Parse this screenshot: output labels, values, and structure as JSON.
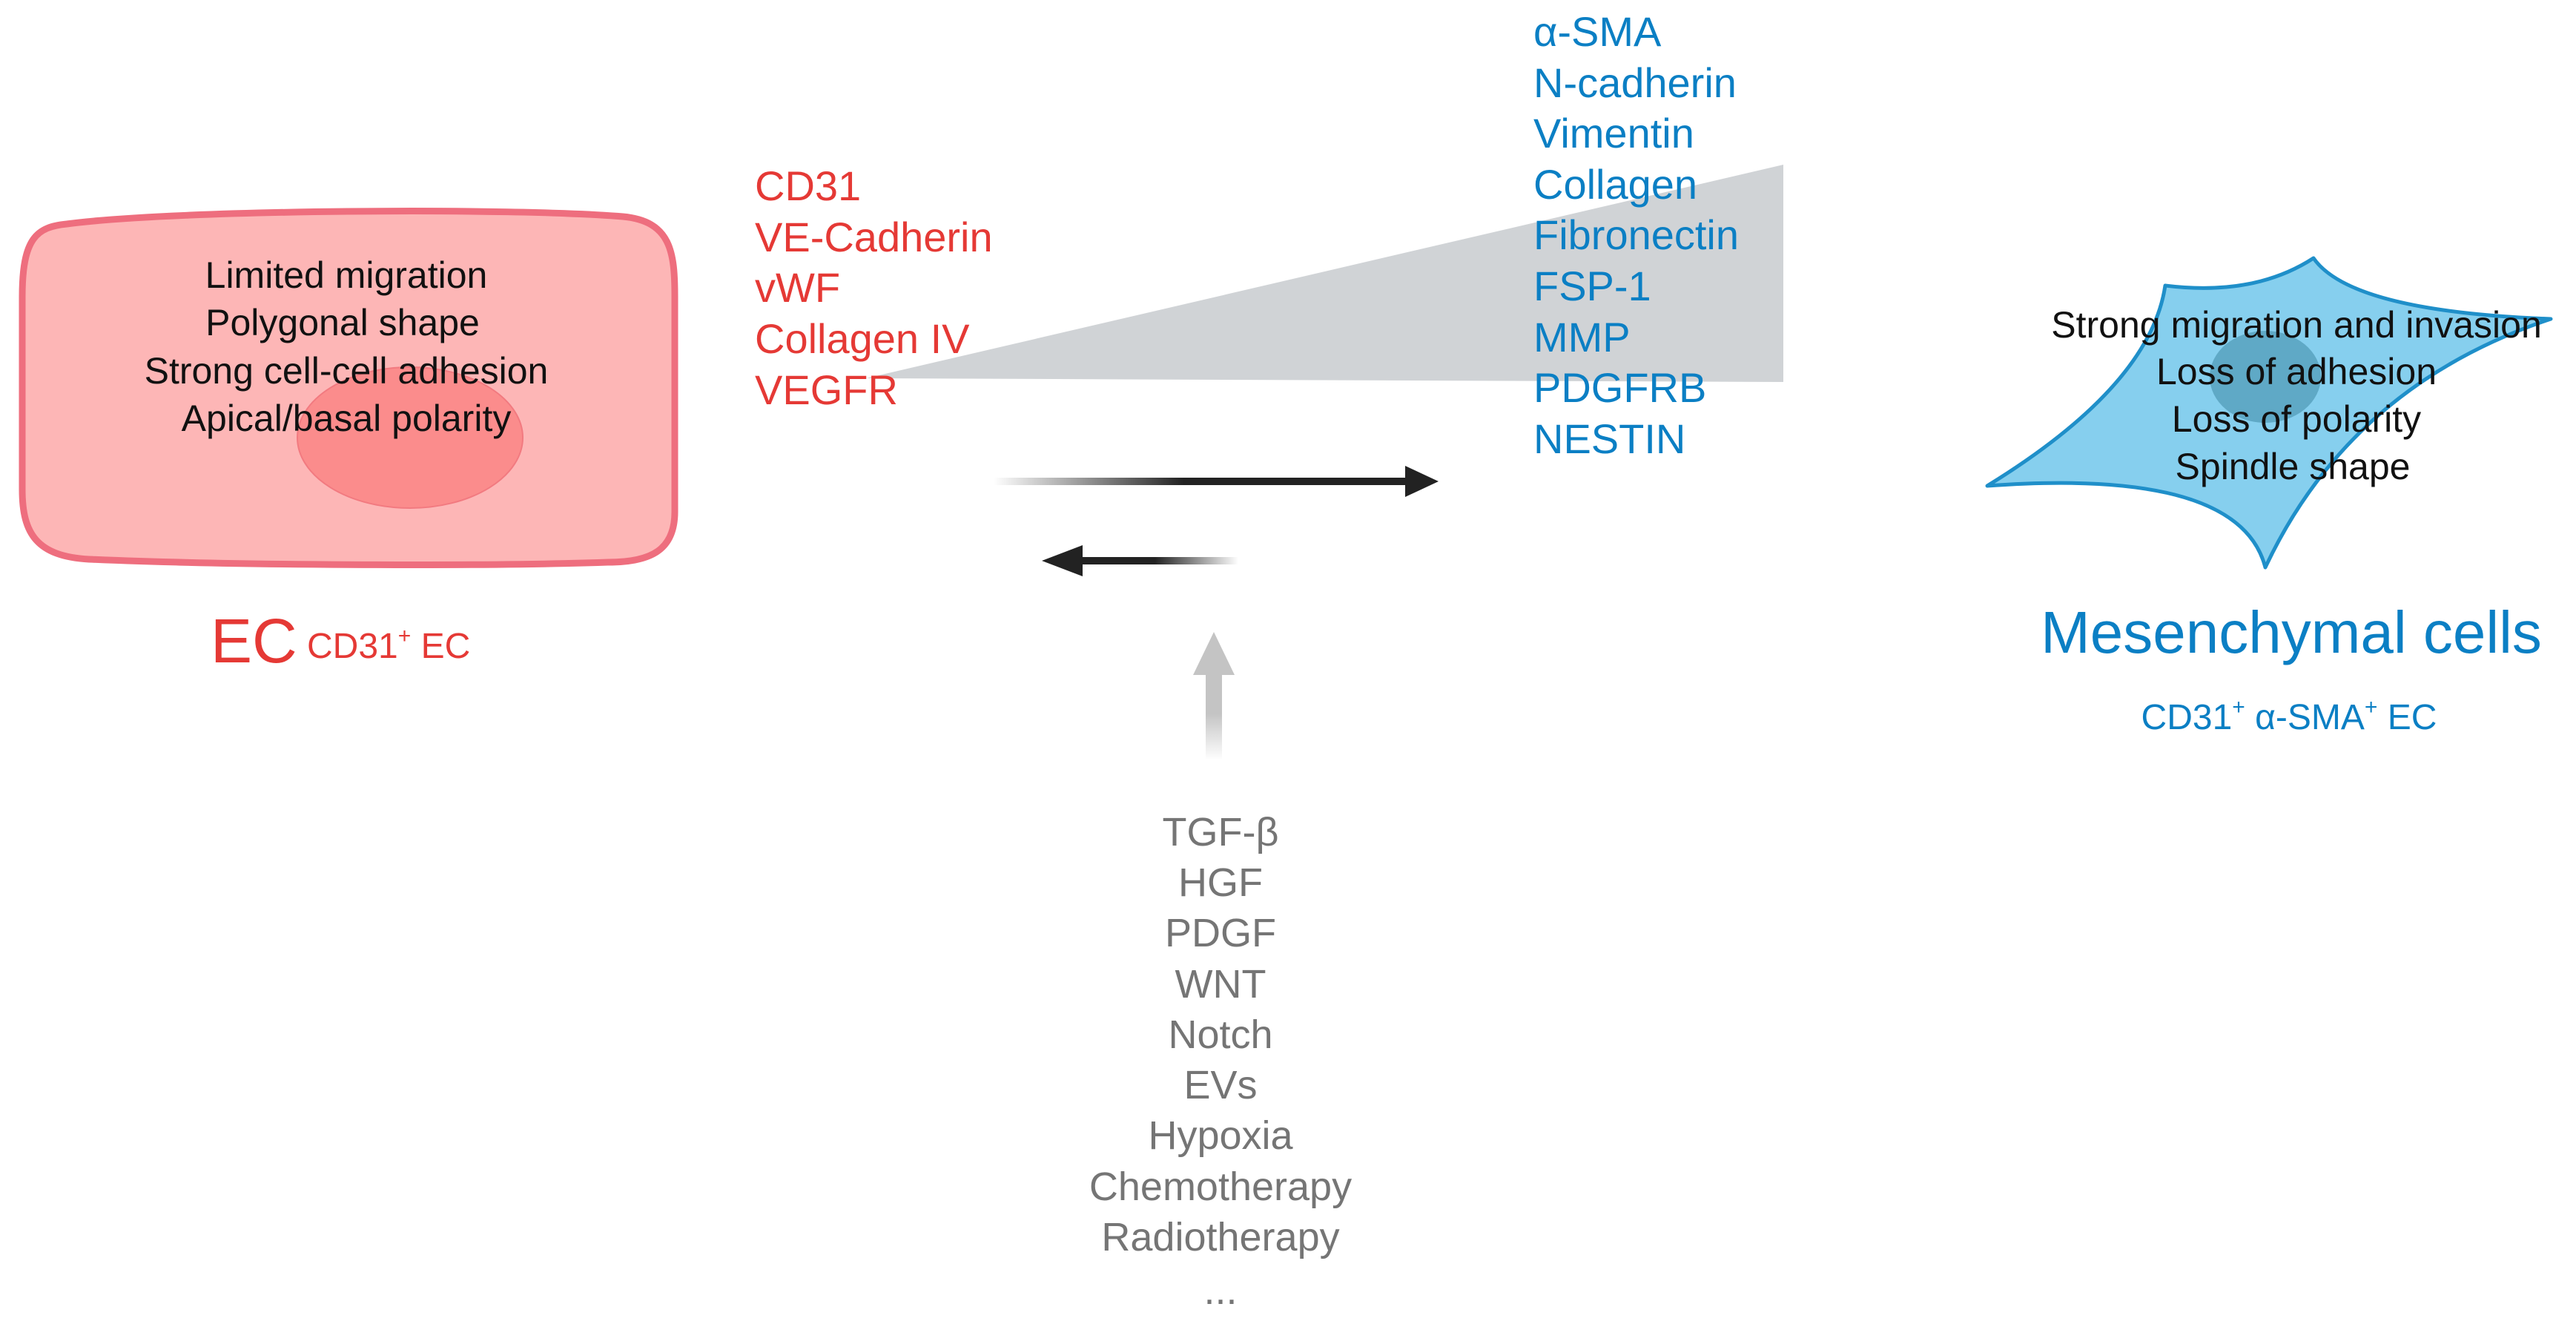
{
  "colors": {
    "ec_red": "#e53935",
    "ec_fill": "#fdb6b6",
    "ec_border": "#ee6e7e",
    "ec_nucleus": "#fb8c8c",
    "mes_blue": "#0b7fc4",
    "mes_fill": "#86cfee",
    "mes_border": "#1f8fc9",
    "mes_nucleus": "#5fa9c6",
    "wedge_gray": "#d0d3d6",
    "factor_gray": "#757575",
    "arrow_dark": "#222222",
    "stimulus_arrow": "#c4c4c4",
    "text_black": "#111111"
  },
  "ec_cell": {
    "traits": [
      "Limited migration",
      "Polygonal shape",
      "Strong cell-cell adhesion",
      "Apical/basal polarity"
    ],
    "title": "EC",
    "subtitle_prefix": "CD31",
    "subtitle_sup": "+",
    "subtitle_suffix": " EC"
  },
  "ec_markers": [
    "CD31",
    "VE-Cadherin",
    "vWF",
    "Collagen IV",
    "VEGFR"
  ],
  "mesenchymal_markers": [
    "α-SMA",
    "N-cadherin",
    "Vimentin",
    "Collagen",
    "Fibronectin",
    "FSP-1",
    "MMP",
    "PDGFRB",
    "NESTIN"
  ],
  "mesenchymal_cell": {
    "traits": [
      "Strong migration and invasion",
      "Loss of adhesion",
      "Loss of polarity",
      "Spindle shape"
    ],
    "title": "Mesenchymal cells",
    "subtitle_a": "CD31",
    "subtitle_a_sup": "+",
    "subtitle_b": " α-SMA",
    "subtitle_b_sup": "+",
    "subtitle_c": " EC"
  },
  "inducing_factors": [
    "TGF-β",
    "HGF",
    "PDGF",
    "WNT",
    "Notch",
    "EVs",
    "Hypoxia",
    "Chemotherapy",
    "Radiotherapy",
    "..."
  ]
}
